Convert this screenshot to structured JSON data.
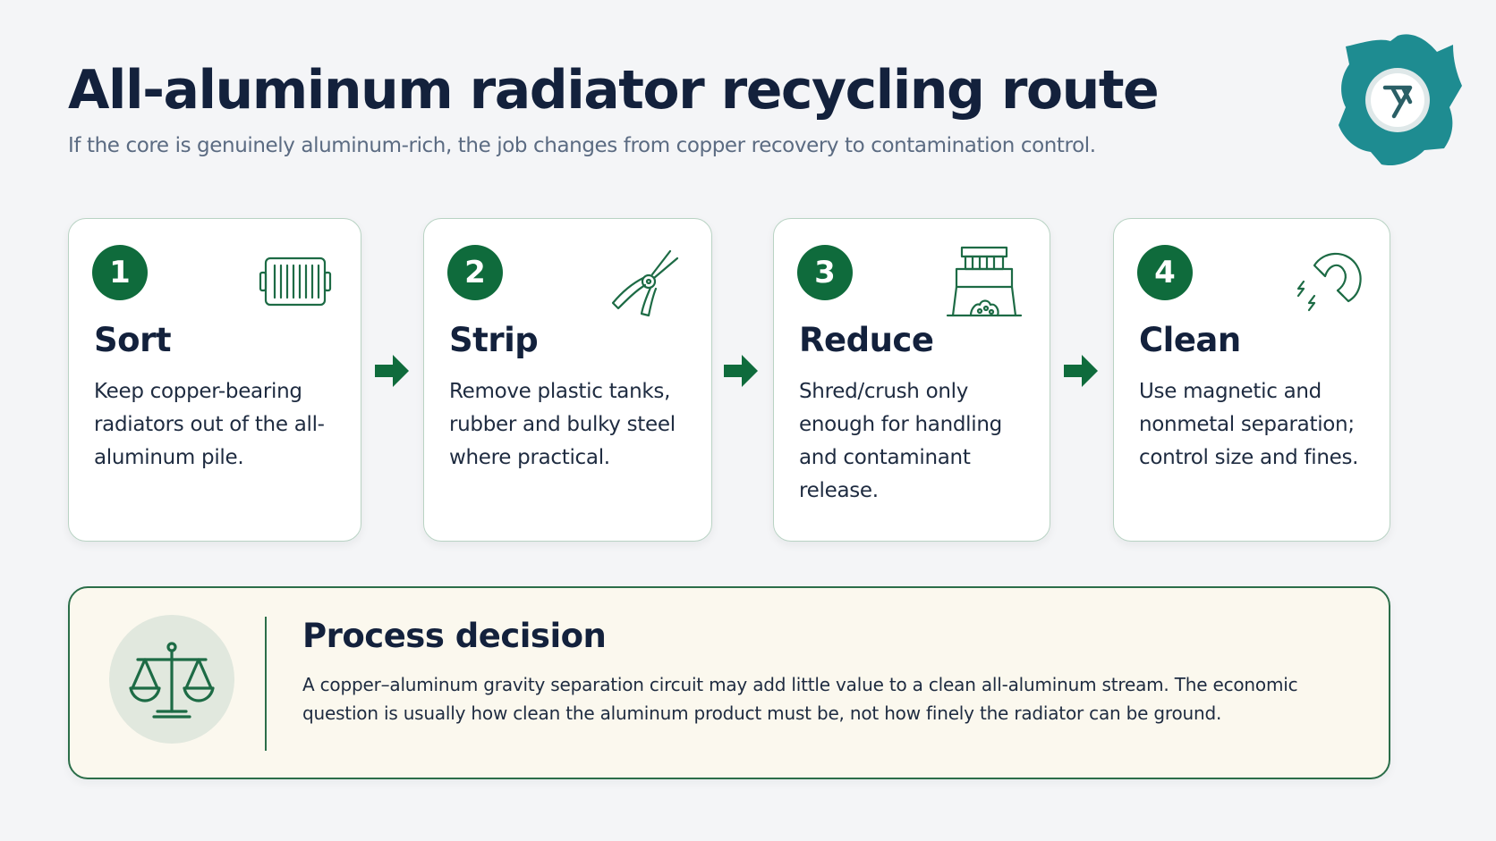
{
  "header": {
    "title": "All-aluminum radiator recycling route",
    "subtitle": "If the core is genuinely aluminum-rich, the job changes from copper recovery to contamination control."
  },
  "logo": {
    "icon": "gear-logo-icon",
    "color": "#1e8c91"
  },
  "steps": [
    {
      "number": "1",
      "title": "Sort",
      "body": "Keep copper-bearing radiators out of the all-aluminum pile.",
      "icon": "radiator-icon"
    },
    {
      "number": "2",
      "title": "Strip",
      "body": "Remove plastic tanks, rubber and bulky steel where practical.",
      "icon": "pliers-icon"
    },
    {
      "number": "3",
      "title": "Reduce",
      "body": "Shred/crush only enough for handling and contaminant release.",
      "icon": "shredder-icon"
    },
    {
      "number": "4",
      "title": "Clean",
      "body": "Use magnetic and nonmetal separation; control size and fines.",
      "icon": "magnet-icon"
    }
  ],
  "decision": {
    "title": "Process decision",
    "body": "A copper–aluminum gravity separation circuit may add little value to a clean all-aluminum stream. The economic question is usually how clean the aluminum product must be, not how finely the radiator can be ground.",
    "icon": "balance-scale-icon"
  },
  "colors": {
    "accent": "#0f6b3c",
    "title": "#13213c",
    "subtitle": "#5b6b82",
    "background": "#f4f5f7",
    "panel": "#fbf8ee"
  }
}
